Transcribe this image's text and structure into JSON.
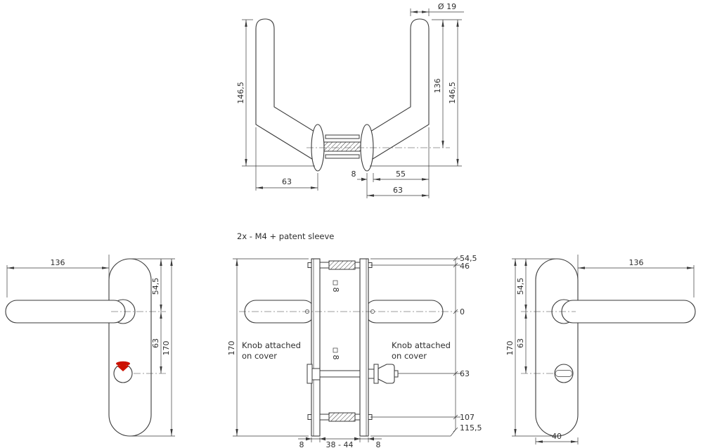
{
  "colors": {
    "line": "#3a3a3a",
    "red": "#cc1100",
    "bg": "#ffffff"
  },
  "notes": {
    "fasteners": "2x - M4 + patent sleeve",
    "knob_left_line1": "Knob attached",
    "knob_left_line2": "on cover",
    "knob_right_line1": "Knob attached",
    "knob_right_line2": "on cover"
  },
  "top_view": {
    "dims": {
      "grip_diameter": "Ø 19",
      "handle_height_left": "146,5",
      "lever_length_right": "136",
      "handle_height_right": "146,5",
      "rose_to_grip_left": "63",
      "rose_offset": "8",
      "rose_to_grip_inner": "55",
      "rose_to_grip_right": "63"
    }
  },
  "front_view_left": {
    "dims": {
      "lever_length": "136",
      "top_to_handle": "54,5",
      "handle_to_turn": "63",
      "plate_height": "170"
    }
  },
  "section_view": {
    "spindle_top_label": "8",
    "spindle_bottom_label": "8",
    "dims": {
      "plate_height": "170",
      "top_edge": "54,5",
      "screw_top": "46",
      "handle_axis": "0",
      "turn_axis": "63",
      "screw_bottom": "107",
      "bottom_edge": "115,5",
      "plate_thickness_left": "8",
      "door_thickness": "38 - 44",
      "plate_thickness_right": "8"
    }
  },
  "front_view_right": {
    "dims": {
      "lever_length": "136",
      "top_to_handle": "54,5",
      "handle_to_turn": "63",
      "plate_height": "170",
      "plate_width": "40"
    }
  }
}
